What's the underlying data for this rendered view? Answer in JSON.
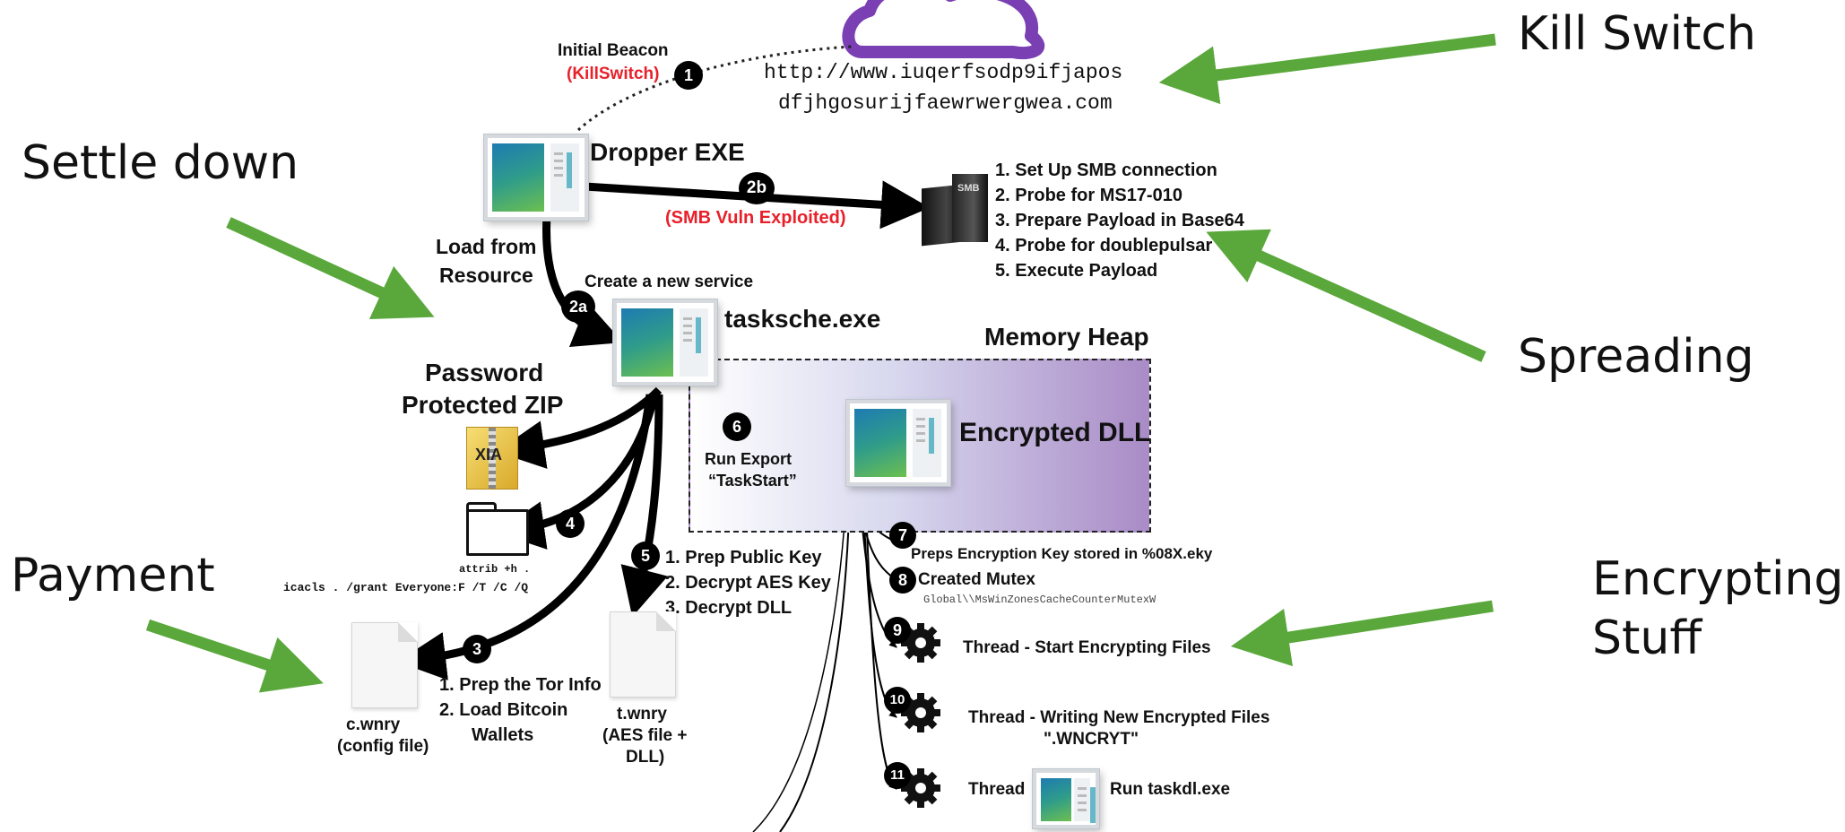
{
  "annotations": {
    "kill_switch": "Kill Switch",
    "settle_down": "Settle down",
    "spreading": "Spreading",
    "payment": "Payment",
    "encrypting_line1": "Encrypting",
    "encrypting_line2": "Stuff"
  },
  "colors": {
    "annotation_arrow": "#5aa83c",
    "cloud": "#7a3fb3",
    "highlight_red": "#e8202a"
  },
  "beacon": {
    "title": "Initial Beacon",
    "sub": "(KillSwitch)",
    "step": "1",
    "url_line1": "http://www.iuqerfsodp9ifjapos",
    "url_line2": "dfjhgosurijfaewrwergwea.com"
  },
  "dropper": {
    "label": "Dropper EXE"
  },
  "smb": {
    "step": "2b",
    "exploit_label": "(SMB Vuln Exploited)",
    "server_tag": "SMB",
    "steps": [
      "1. Set Up SMB connection",
      "2. Probe for MS17-010",
      "3. Prepare Payload in Base64",
      "4. Probe for doublepulsar",
      "5. Execute Payload"
    ]
  },
  "load_from": {
    "line1": "Load from",
    "line2": "Resource"
  },
  "service": {
    "step": "2a",
    "label": "Create a new service",
    "exe": "tasksche.exe"
  },
  "memory_heap": {
    "label": "Memory Heap",
    "dll": "Encrypted DLL"
  },
  "zip": {
    "line1": "Password",
    "line2": "Protected ZIP",
    "icon_text": "XIA"
  },
  "run_export": {
    "step": "6",
    "line1": "Run Export",
    "line2": "“TaskStart”"
  },
  "folder": {
    "step": "4",
    "cmd1": "attrib +h .",
    "cmd2": "icacls . /grant Everyone:F /T /C /Q"
  },
  "decrypt": {
    "step": "5",
    "steps": [
      "1. Prep Public Key",
      "2. Decrypt AES Key",
      "3. Decrypt DLL"
    ]
  },
  "config": {
    "step": "3",
    "file": "c.wnry",
    "desc": "(config file)",
    "steps": [
      "1. Prep the Tor Info",
      "2. Load Bitcoin",
      "Wallets"
    ]
  },
  "twnry": {
    "file": "t.wnry",
    "desc1": "(AES file +",
    "desc2": "DLL)"
  },
  "key": {
    "step": "7",
    "text": "Preps Encryption Key stored in %08X.eky"
  },
  "mutex": {
    "step": "8",
    "text": "Created Mutex",
    "name": "Global\\\\MsWinZonesCacheCounterMutexW"
  },
  "threads": [
    {
      "step": "9",
      "text": "Thread - Start Encrypting Files"
    },
    {
      "step": "10",
      "text": "Thread - Writing New Encrypted Files",
      "text2": "\".WNCRYT\""
    },
    {
      "step": "11",
      "text": "Thread",
      "text_after": "Run taskdl.exe"
    }
  ]
}
